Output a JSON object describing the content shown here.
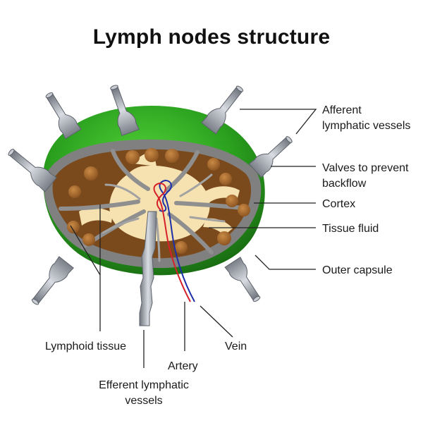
{
  "title": "Lymph nodes structure",
  "labels": {
    "afferent": [
      "Afferent",
      "lymphatic vessels"
    ],
    "valves": [
      "Valves to prevent",
      "backflow"
    ],
    "cortex": "Cortex",
    "tissue_fluid": "Tissue fluid",
    "outer_capsule": "Outer capsule",
    "lymphoid_tissue": "Lymphoid tissue",
    "vein": "Vein",
    "artery": "Artery",
    "efferent": [
      "Efferent lymphatic",
      "vessels"
    ]
  },
  "colors": {
    "capsule_green": "#2aa01e",
    "capsule_dark": "#15620f",
    "rim_gray": "#7d7d7d",
    "cortex_brown": "#7b4a1c",
    "nodule_brown": "#a8692e",
    "tissue_fluid": "#f6e2b0",
    "vessel_gray": "#a7acb4",
    "vein_blue": "#1c2fa8",
    "artery_red": "#d6202a"
  }
}
